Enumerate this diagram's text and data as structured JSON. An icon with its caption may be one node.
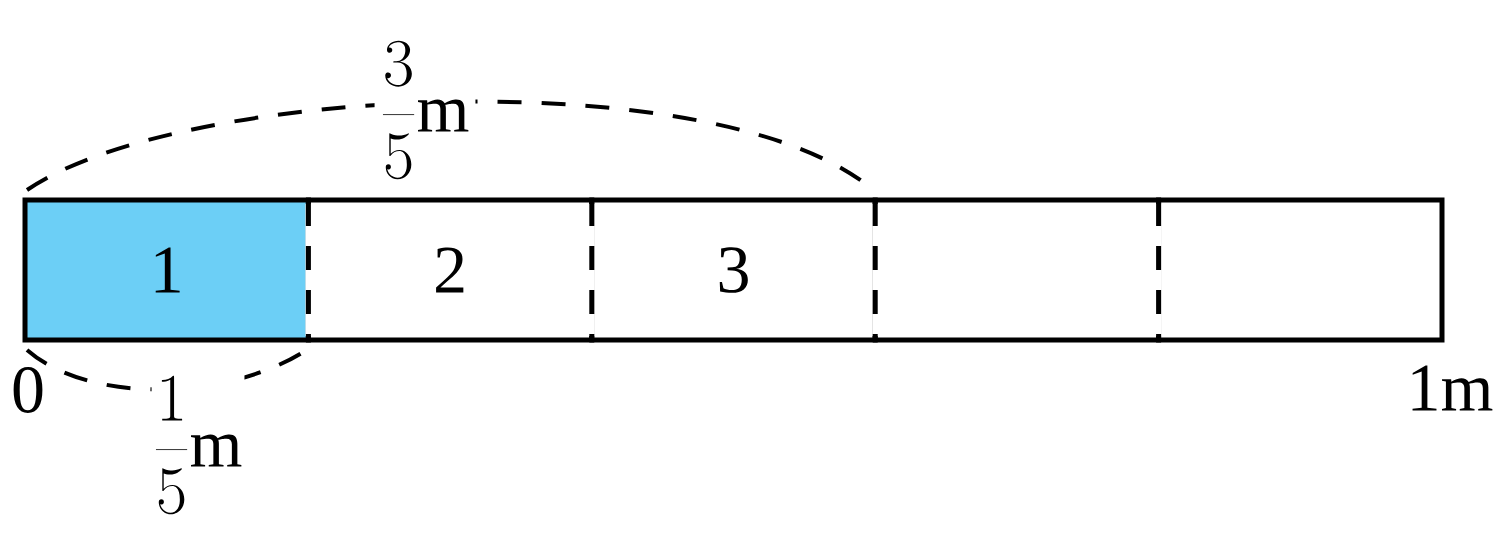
{
  "diagram": {
    "nodes": [
      {
        "text": [
          "1"
        ]
      },
      {
        "text": [
          "2"
        ]
      },
      {
        "text": [
          "3"
        ]
      },
      {
        "text": [],
        "shape": "box"
      },
      {
        "text": [],
        "shape": "box"
      }
    ],
    "edges": [],
    "labels": [
      "\\frac{3}{5}\\mathrm{m}",
      "0",
      "\\frac{1}{5}\\mathrm{m}",
      "1m"
    ]
  }
}
